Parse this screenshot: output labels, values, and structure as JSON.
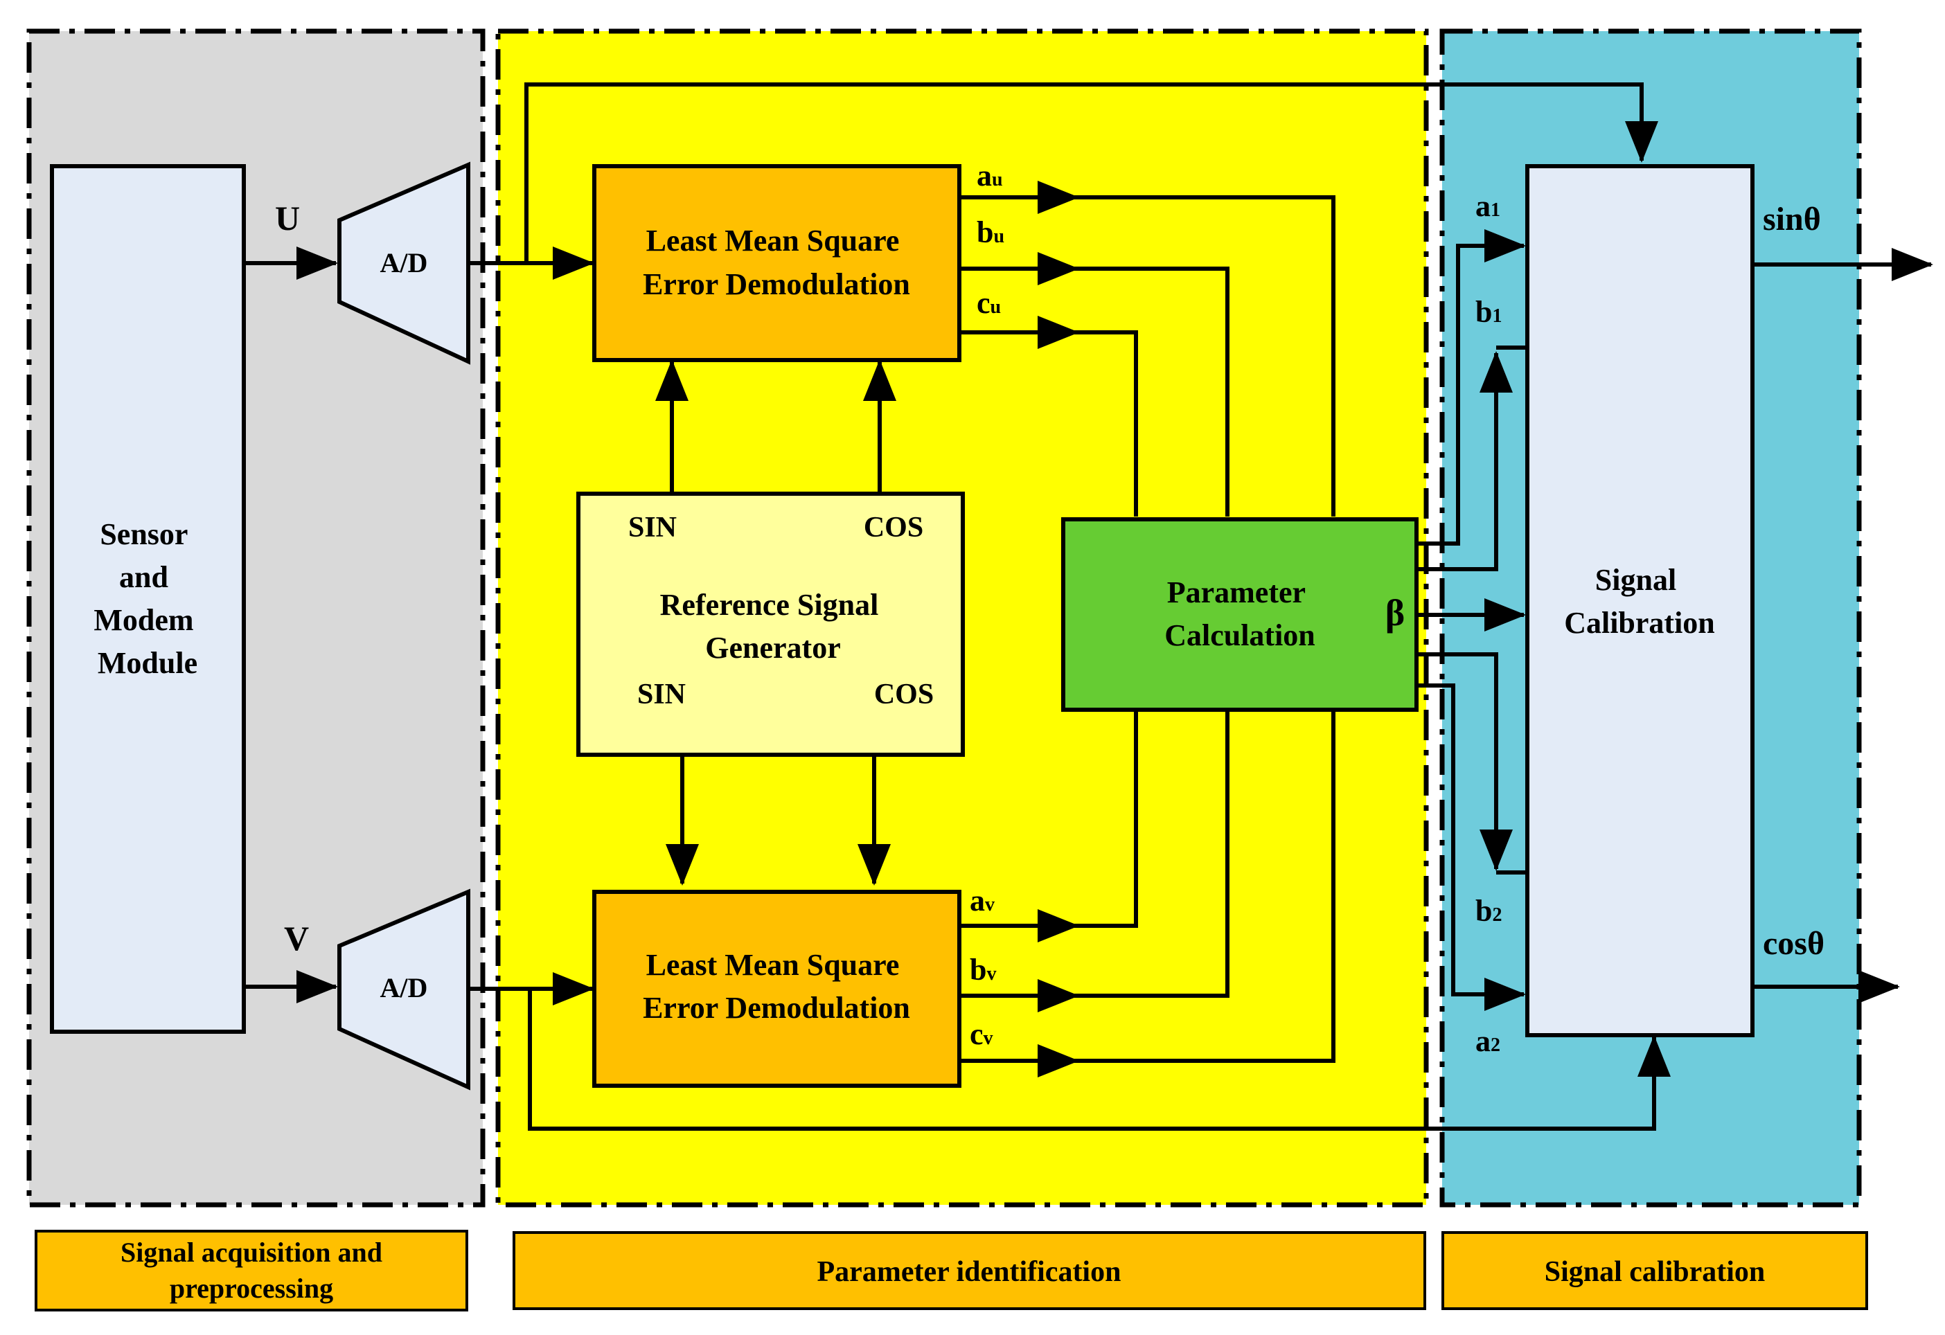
{
  "colors": {
    "acquisition_bg": "#d9d9d9",
    "identification_bg": "#ffff00",
    "calibration_bg": "#6fccdc",
    "sensor_box": "#e3ebf7",
    "ad_box": "#e3ebf7",
    "lms_box": "#ffc000",
    "ref_box": "#ffff9c",
    "param_box": "#66cc33",
    "calib_box": "#e3ebf7",
    "label_bar": "#ffc000"
  },
  "regions": {
    "acquisition": "Signal acquisition and preprocessing",
    "identification": "Parameter identification",
    "calibration": "Signal calibration"
  },
  "blocks": {
    "sensor": [
      "Sensor",
      "and",
      "Modem",
      "Module"
    ],
    "ad_top": "A/D",
    "ad_bottom": "A/D",
    "lms_top": [
      "Least Mean Square",
      "Error Demodulation"
    ],
    "lms_bottom": [
      "Least Mean Square",
      "Error Demodulation"
    ],
    "ref": {
      "title": [
        "Reference Signal",
        "Generator"
      ],
      "sin_top": "SIN",
      "cos_top": "COS",
      "sin_bottom": "SIN",
      "cos_bottom": "COS"
    },
    "param": [
      "Parameter",
      "Calculation"
    ],
    "beta": "β",
    "calib": [
      "Signal",
      "Calibration"
    ]
  },
  "signals": {
    "U": "U",
    "V": "V",
    "au": {
      "main": "a",
      "sub": "u"
    },
    "bu": {
      "main": "b",
      "sub": "u"
    },
    "cu": {
      "main": "c",
      "sub": "u"
    },
    "av": {
      "main": "a",
      "sub": "v"
    },
    "bv": {
      "main": "b",
      "sub": "v"
    },
    "cv": {
      "main": "c",
      "sub": "v"
    },
    "a1": {
      "main": "a",
      "sub": "1"
    },
    "b1": {
      "main": "b",
      "sub": "1"
    },
    "b2": {
      "main": "b",
      "sub": "2"
    },
    "a2": {
      "main": "a",
      "sub": "2"
    },
    "sin_out": "sinθ",
    "cos_out": "cosθ"
  }
}
